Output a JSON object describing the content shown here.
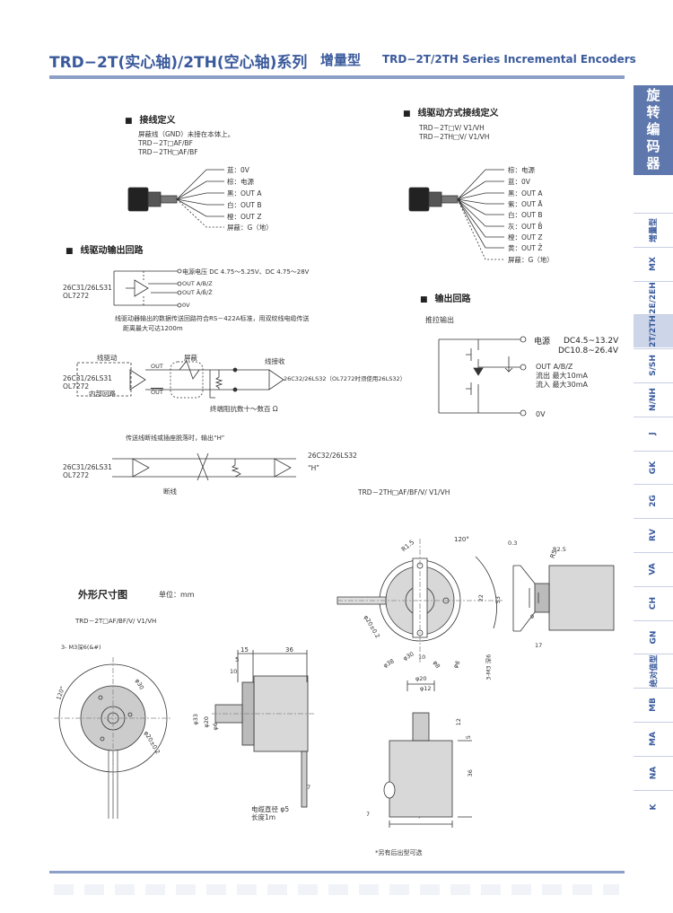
{
  "header": {
    "title_zh": "TRD−2T(实心轴)/2TH(空心轴)系列",
    "type_label": "增量型",
    "title_en": "TRD−2T/2TH  Series Incremental  Encoders"
  },
  "side_nav": {
    "heading": "旋转编码器",
    "tabs": [
      "增量型",
      "MX",
      "2E/2EH",
      "2T/2TH",
      "S/SH",
      "N/NH",
      "J",
      "GK",
      "2G",
      "RV",
      "VA",
      "CH",
      "GN",
      "绝对值型",
      "MB",
      "MA",
      "NA",
      "K"
    ],
    "active_tab": "2T/2TH"
  },
  "wiring": {
    "title": "接线定义",
    "notes": [
      "屏蔽线（GND）未接在本体上。",
      "TRD－2T□AF/BF",
      "TRD－2TH□AF/BF"
    ],
    "wires": [
      "蓝：0V",
      "棕：电源",
      "黑：OUT A",
      "白：OUT B",
      "橙：OUT Z",
      "屏蔽：G（地）"
    ]
  },
  "line_driver_wiring": {
    "title": "线驱动方式接线定义",
    "models": [
      "TRD－2T□V/ V1/VH",
      "TRD－2TH□V/ V1/VH"
    ],
    "wires": [
      "棕：电源",
      "蓝：0V",
      "黑：OUT  A",
      "紫：OUT  Ā",
      "白：OUT  B",
      "灰：OUT  B̄",
      "橙：OUT  Z",
      "黄：OUT  Z̄",
      "屏蔽：G（地）"
    ]
  },
  "line_driver_circuit": {
    "title": "线驱动输出回路",
    "power": "电源电压 DC 4.75～5.25V、DC 4.75～28V",
    "ic": "26C31/26LS31",
    "ic2": "OL7272",
    "out1": "OUT A/B/Z",
    "out2": "OUT Ā/B̄/Z̄",
    "zero": "0V",
    "note1": "线驱动器输出的数据传送回路符合RS－422A标准，用双绞线电缆传送",
    "note1b": "距离最大可达1200m",
    "labels": {
      "driver": "线驱动",
      "shield": "屏蔽",
      "receiver": "线接收",
      "out": "OUT",
      "outbar": "OUT",
      "internal": "内部回路",
      "receiver_ic": "26C32/26LS32（OL7272时须使用26LS32）",
      "term": "终端阻抗数十～数百 Ω"
    },
    "note2": "传送线断线或插座脱落时，输出“H”",
    "recv2": "26C32/26LS32",
    "h_out": "“H”",
    "broken": "断线"
  },
  "output_circuit": {
    "title": "输出回路",
    "kind": "推拉输出",
    "power_label": "电源",
    "v1": "DC4.5~13.2V",
    "v2": "DC10.8~26.4V",
    "out": "OUT A/B/Z",
    "sink": "流出 最大10mA",
    "source": "流入 最大30mA",
    "zero": "0V"
  },
  "dims": {
    "title": "外形尺寸图",
    "unit": "单位：mm",
    "model_solid": "TRD－2T□AF/BF/V/ V1/VH",
    "model_hollow": "TRD－2TH□AF/BF/V/ V1/VH",
    "cable": "电缆直径 φ5",
    "cable2": "长度1m",
    "footnote": "*另有后出型可选",
    "d_solid": [
      "3- M3深6(&#)",
      "120°",
      "φ30",
      "φ20±0.2",
      "15",
      "5",
      "36",
      "10",
      "φ33",
      "φ20",
      "φ6",
      "7"
    ],
    "d_hollow": [
      "120°",
      "R1.5",
      "R5",
      "φ30",
      "φ38",
      "φ20±0.2",
      "22",
      "53",
      "10",
      "3-M3 深6",
      "φ6",
      "φ8",
      "0.3",
      "R2.5",
      "9",
      "17",
      "φ20",
      "φ12",
      "12",
      "5",
      "36",
      "7",
      "φ38"
    ]
  }
}
